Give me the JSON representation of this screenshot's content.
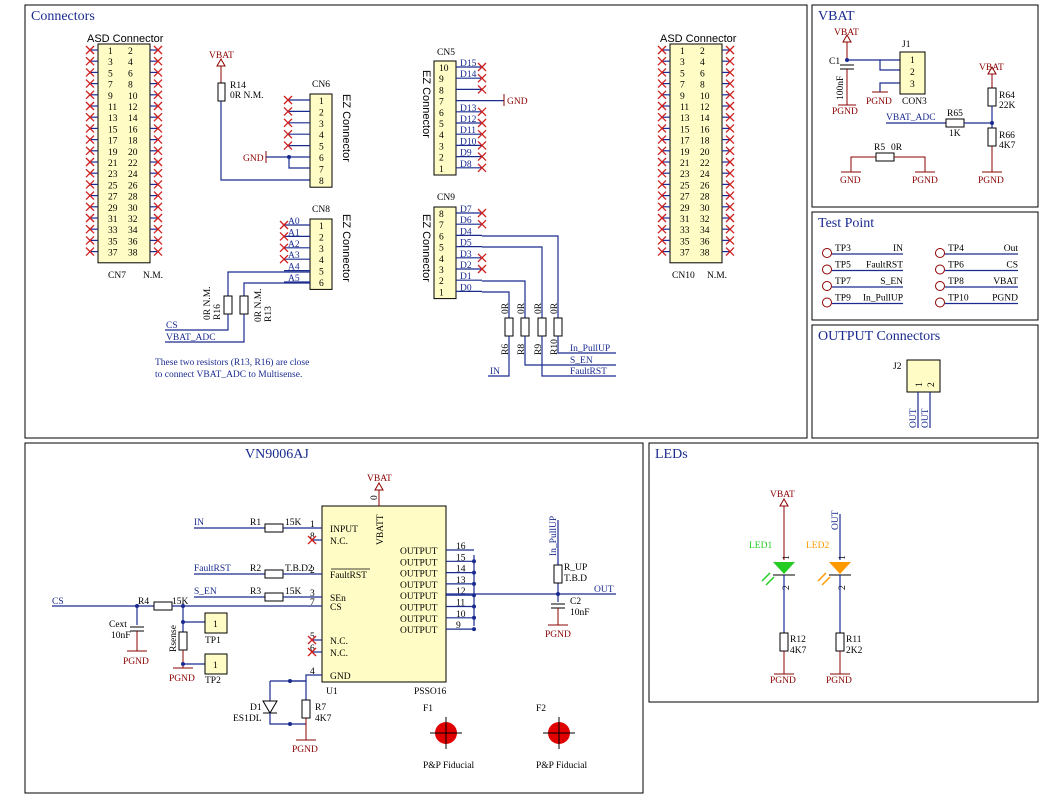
{
  "sections": {
    "connectors": "Connectors",
    "vbat": "VBAT",
    "test_point": "Test Point",
    "output_connectors": "OUTPUT Connectors",
    "vn9006": "VN9006AJ",
    "leds": "LEDs"
  },
  "asd_title": "ASD Connector",
  "asd_pins": [
    "1",
    "2",
    "3",
    "4",
    "5",
    "6",
    "7",
    "8",
    "9",
    "10",
    "11",
    "12",
    "13",
    "14",
    "15",
    "16",
    "17",
    "18",
    "19",
    "20",
    "21",
    "22",
    "23",
    "24",
    "25",
    "26",
    "27",
    "28",
    "29",
    "30",
    "31",
    "32",
    "33",
    "34",
    "35",
    "36",
    "37",
    "38"
  ],
  "cn7": "CN7",
  "cn10": "CN10",
  "nm": "N.M.",
  "r14": {
    "ref": "R14",
    "val": "0R N.M."
  },
  "vbat": "VBAT",
  "gnd": "GND",
  "pgnd": "PGND",
  "ez_title": "EZ Connector",
  "cn6": {
    "ref": "CN6",
    "pins": [
      "1",
      "2",
      "3",
      "4",
      "5",
      "6",
      "7",
      "8"
    ]
  },
  "cn8": {
    "ref": "CN8",
    "pins": [
      "1",
      "2",
      "3",
      "4",
      "5",
      "6"
    ],
    "nets": [
      "A0",
      "A1",
      "A2",
      "A3",
      "A4",
      "A5"
    ]
  },
  "cn5": {
    "ref": "CN5",
    "pins": [
      "10",
      "9",
      "8",
      "7",
      "6",
      "5",
      "4",
      "3",
      "2",
      "1"
    ],
    "nets": [
      "D15",
      "D14",
      "",
      "",
      "D13",
      "D12",
      "D11",
      "D10",
      "D9",
      "D8"
    ]
  },
  "cn9": {
    "ref": "CN9",
    "pins": [
      "8",
      "7",
      "6",
      "5",
      "4",
      "3",
      "2",
      "1"
    ],
    "nets": [
      "D7",
      "D6",
      "D4",
      "D5",
      "D3",
      "D2",
      "D1",
      "D0"
    ]
  },
  "r16": {
    "ref": "R16",
    "val": "0R N.M."
  },
  "r13": {
    "ref": "R13",
    "val": "0R N.M."
  },
  "cs": "CS",
  "vbat_adc": "VBAT_ADC",
  "note": [
    "These two resistors (R13, R16) are close",
    "to connect VBAT_ADC to Multisense."
  ],
  "r6": "R6",
  "r8": "R8",
  "r9": "R9",
  "r10": "R10",
  "zero_r": "0R",
  "in": "IN",
  "in_pullup": "In_PullUP",
  "s_en": "S_EN",
  "faultrst": "FaultRST",
  "vbat_box": {
    "c1": "C1",
    "c1_val": "100nF",
    "j1": "J1",
    "con3": "CON3",
    "j1_pins": [
      "1",
      "2",
      "3"
    ],
    "r64": "R64",
    "r64_val": "22K",
    "r65": "R65",
    "r65_val": "1K",
    "r66": "R66",
    "r66_val": "4K7",
    "r5": "R5",
    "r5_val": "0R"
  },
  "test_points": [
    {
      "tp": "TP3",
      "name": "IN"
    },
    {
      "tp": "TP4",
      "name": "Out"
    },
    {
      "tp": "TP5",
      "name": "FaultRST"
    },
    {
      "tp": "TP6",
      "name": "CS"
    },
    {
      "tp": "TP7",
      "name": "S_EN"
    },
    {
      "tp": "TP8",
      "name": "VBAT"
    },
    {
      "tp": "TP9",
      "name": "In_PullUP"
    },
    {
      "tp": "TP10",
      "name": "PGND"
    }
  ],
  "j2": {
    "ref": "J2",
    "pins": [
      "1",
      "2"
    ],
    "nets": [
      "OUT",
      "OUT"
    ]
  },
  "chip": {
    "inputs": [
      "INPUT",
      "N.C.",
      "FaultRST",
      "SEn",
      "CS",
      "N.C.",
      "N.C.",
      "GND"
    ],
    "input_pins": [
      "1",
      "8",
      "2",
      "3",
      "7",
      "5",
      "6",
      "4"
    ],
    "vbatt": "VBATT",
    "vbatt_pin": "0",
    "outputs": [
      "OUTPUT",
      "OUTPUT",
      "OUTPUT",
      "OUTPUT",
      "OUTPUT",
      "OUTPUT",
      "OUTPUT",
      "OUTPUT"
    ],
    "output_pins": [
      "16",
      "15",
      "14",
      "13",
      "12",
      "11",
      "10",
      "9"
    ],
    "ref": "U1",
    "pkg": "PSSO16"
  },
  "u_r1": {
    "ref": "R1",
    "val": "15K"
  },
  "u_r2": {
    "ref": "R2",
    "val": "T.B.D2"
  },
  "u_r3": {
    "ref": "R3",
    "val": "15K"
  },
  "u_r4": {
    "ref": "R4",
    "val": "15K"
  },
  "cext": {
    "ref": "Cext",
    "val": "10nF"
  },
  "rsense": "Rsense",
  "tp1": "TP1",
  "tp2": "TP2",
  "tp_pin": "1",
  "d1": {
    "ref": "D1",
    "val": "ES1DL"
  },
  "r7": {
    "ref": "R7",
    "val": "4K7"
  },
  "r_up": {
    "ref": "R_UP",
    "val": "T.B.D"
  },
  "c2": {
    "ref": "C2",
    "val": "10nF"
  },
  "out": "OUT",
  "f1": "F1",
  "f2": "F2",
  "fiducial": "P&P Fiducial",
  "led1": {
    "ref": "LED1",
    "pins": [
      "1",
      "2"
    ]
  },
  "led2": {
    "ref": "LED2",
    "pins": [
      "1",
      "2"
    ]
  },
  "r12": {
    "ref": "R12",
    "val": "4K7"
  },
  "r11": {
    "ref": "R11",
    "val": "2K2"
  },
  "colors": {
    "wire": "#1a2b8f",
    "power": "#8b0000",
    "no_connect": "#d02020",
    "part_fill": "#fffdc5",
    "led_green": "#22cc22",
    "led_orange": "#ff9900",
    "fiducial": "#e00000"
  }
}
